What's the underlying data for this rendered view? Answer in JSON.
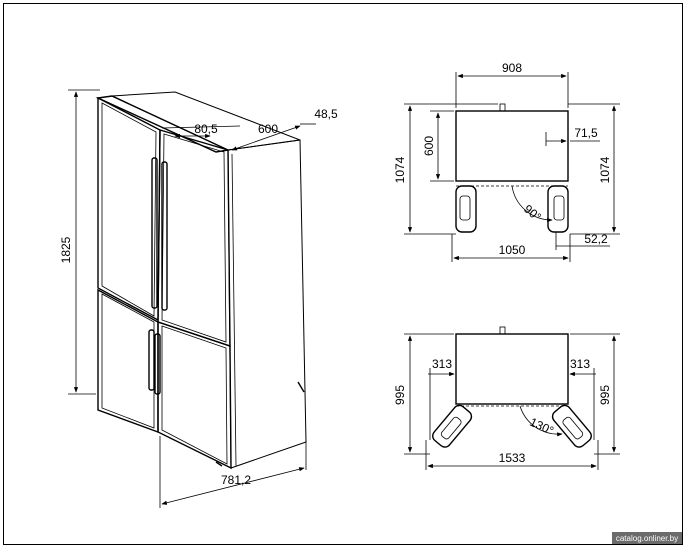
{
  "left_view": {
    "height": "1825",
    "door_offset": "80,5",
    "depth": "600",
    "handle_offset": "48,5",
    "total_depth": "781,2"
  },
  "top_view_90": {
    "width": "908",
    "depth": "600",
    "rear_offset": "71,5",
    "total_depth_left": "1074",
    "total_depth_right": "1074",
    "open_angle": "90°",
    "open_width": "1050",
    "door_protrusion": "52,2"
  },
  "top_view_130": {
    "side_clearance_left": "313",
    "side_clearance_right": "313",
    "total_depth_left": "995",
    "total_depth_right": "995",
    "open_angle": "130°",
    "open_width": "1533"
  },
  "watermark": "catalog.onliner.by",
  "colors": {
    "line": "#000000",
    "background": "#ffffff"
  }
}
